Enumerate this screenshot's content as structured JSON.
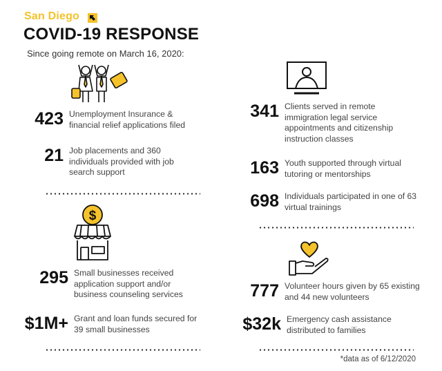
{
  "header": {
    "brand": "San Diego",
    "title": "COVID-19 RESPONSE",
    "subtitle": "Since going remote on March 16, 2020:"
  },
  "colors": {
    "accent": "#f5c22b",
    "text_dark": "#111111",
    "text_body": "#444444"
  },
  "left_column": {
    "sections": [
      {
        "icon": "people-briefcase-celebrate-icon",
        "stats": [
          {
            "value": "423",
            "description": "Unemployment Insurance & financial relief applications filed"
          },
          {
            "value": "21",
            "description": "Job placements and 360 individuals provided with job search support"
          }
        ]
      },
      {
        "icon": "storefront-dollar-coin-icon",
        "stats": [
          {
            "value": "295",
            "description": "Small businesses received application support and/or business counseling services"
          },
          {
            "value": "$1M+",
            "description": "Grant and loan funds secured for 39 small businesses"
          }
        ]
      }
    ]
  },
  "right_column": {
    "sections": [
      {
        "icon": "monitor-person-icon",
        "stats": [
          {
            "value": "341",
            "description": "Clients served in remote immigration legal service appointments and citizenship instruction classes"
          },
          {
            "value": "163",
            "description": "Youth supported through virtual tutoring or mentorships"
          },
          {
            "value": "698",
            "description": "Individuals participated in one of 63 virtual trainings"
          }
        ]
      },
      {
        "icon": "hand-heart-icon",
        "stats": [
          {
            "value": "777",
            "description": "Volunteer hours given by 65 existing and 44 new volunteers"
          },
          {
            "value": "$32k",
            "description": "Emergency cash assistance distributed to families"
          }
        ]
      }
    ]
  },
  "footnote": "*data as of 6/12/2020"
}
